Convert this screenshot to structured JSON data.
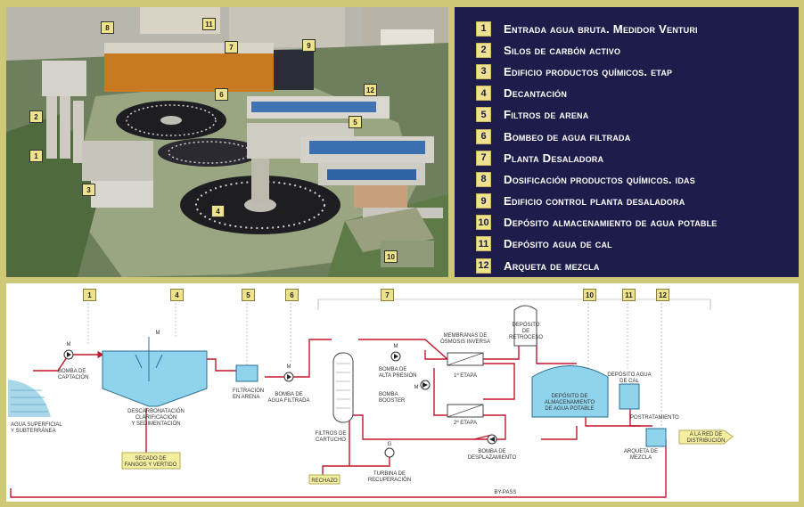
{
  "legend": {
    "items": [
      {
        "num": "1",
        "text": "Entrada agua bruta. Medidor Venturi"
      },
      {
        "num": "2",
        "text": "Silos de carbón activo"
      },
      {
        "num": "3",
        "text": "Edificio productos químicos. etap"
      },
      {
        "num": "4",
        "text": "Decantación"
      },
      {
        "num": "5",
        "text": "Filtros de arena"
      },
      {
        "num": "6",
        "text": "Bombeo de agua filtrada"
      },
      {
        "num": "7",
        "text": "Planta Desaladora"
      },
      {
        "num": "8",
        "text": "Dosificación productos químicos. idas"
      },
      {
        "num": "9",
        "text": "Edificio control planta desaladora"
      },
      {
        "num": "10",
        "text": "Depósito almacenamiento de agua potable"
      },
      {
        "num": "11",
        "text": "Depósito agua de cal"
      },
      {
        "num": "12",
        "text": "Arqueta de mezcla"
      }
    ]
  },
  "photo": {
    "markers": [
      "1",
      "2",
      "3",
      "4",
      "5",
      "6",
      "7",
      "8",
      "9",
      "10",
      "11",
      "12"
    ]
  },
  "diagram": {
    "markers": [
      "1",
      "4",
      "5",
      "6",
      "7",
      "10",
      "11",
      "12"
    ],
    "pump_letters": {
      "m": "M",
      "g": "G"
    },
    "labels": {
      "agua": [
        "AGUA SUPERFICIAL",
        "Y SUBTERRÁNEA"
      ],
      "bomba_captacion": [
        "BOMBA DE",
        "CAPTACIÓN"
      ],
      "decant": [
        "DESCARBONATACIÓN",
        "CLARIFICACIÓN",
        "Y SEDIMENTACIÓN"
      ],
      "secado": [
        "SECADO DE",
        "FANGOS Y VERTIDO"
      ],
      "filtracion": [
        "FILTRACIÓN",
        "EN ARENA"
      ],
      "bomba_filtrada": [
        "BOMBA DE",
        "AGUA FILTRADA"
      ],
      "filtros_cartucho": [
        "FILTROS DE",
        "CARTUCHO"
      ],
      "bomba_alta": [
        "BOMBA DE",
        "ALTA PRESIÓN"
      ],
      "bomba_booster": [
        "BOMBA",
        "BOOSTER"
      ],
      "membranas": [
        "MEMBRANAS DE",
        "ÓSMOSIS INVERSA"
      ],
      "etapa1": "1ª ETAPA",
      "etapa2": "2ª ETAPA",
      "deposito_retroceso": [
        "DEPÓSITO",
        "DE",
        "RETROCESO"
      ],
      "deposito_almac": [
        "DEPÓSITO DE",
        "ALMACENAMIENTO",
        "DE AGUA POTABLE"
      ],
      "deposito_cal": [
        "DEPÓSITO AGUA",
        "DE CAL"
      ],
      "postratamiento": "POSTRATAMIENTO",
      "arqueta": [
        "ARQUETA DE",
        "MEZCLA"
      ],
      "red": [
        "A LA RED DE",
        "DISTRIBUCIÓN"
      ],
      "bomba_desplaz": [
        "BOMBA DE",
        "DESPLAZAMIENTO"
      ],
      "turbina": [
        "TURBINA DE",
        "RECUPERACIÓN"
      ],
      "rechazo": "RECHAZO",
      "bypass": "BY-PASS"
    }
  },
  "colors": {
    "background": "#cfc876",
    "legend_bg": "#1d1c4a",
    "legend_num": "#efe28c",
    "flow_red": "#c4162a",
    "water_blue": "#8fd3ec",
    "marker_yellow": "#efe28c"
  }
}
